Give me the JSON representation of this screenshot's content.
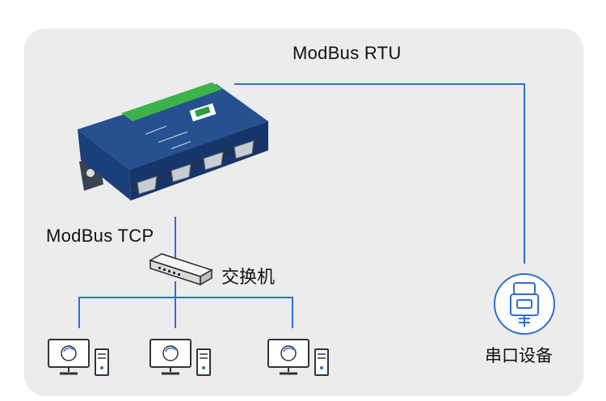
{
  "labels": {
    "modbus_rtu": "ModBus RTU",
    "modbus_tcp": "ModBus TCP",
    "switch": "交换机",
    "serial_device": "串口设备"
  },
  "colors": {
    "background_panel": "#ececec",
    "link_line": "#2b6fd6",
    "device_body": "#1f3f7a",
    "device_top": "#2a5aa8",
    "icon_blue": "#2b6fd6",
    "computer_outline": "#333333"
  },
  "icons": {
    "server_device": "serial-device-server-icon",
    "switch": "network-switch-icon",
    "serial_port": "serial-port-icon",
    "computer": "desktop-computer-icon"
  },
  "computers": [
    {
      "id": "pc-1"
    },
    {
      "id": "pc-2"
    },
    {
      "id": "pc-3"
    }
  ]
}
